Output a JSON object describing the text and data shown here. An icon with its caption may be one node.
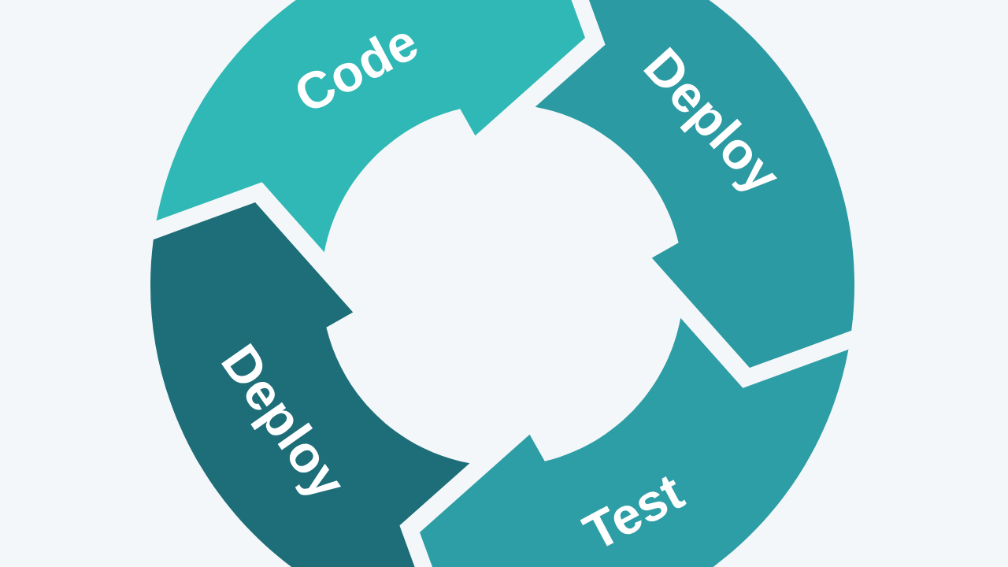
{
  "diagram": {
    "nodes": [
      {
        "text": [
          "Code"
        ]
      },
      {
        "text": [
          "Deploy"
        ]
      },
      {
        "text": [
          "Test"
        ]
      },
      {
        "text": [
          "Deploy"
        ]
      }
    ]
  }
}
